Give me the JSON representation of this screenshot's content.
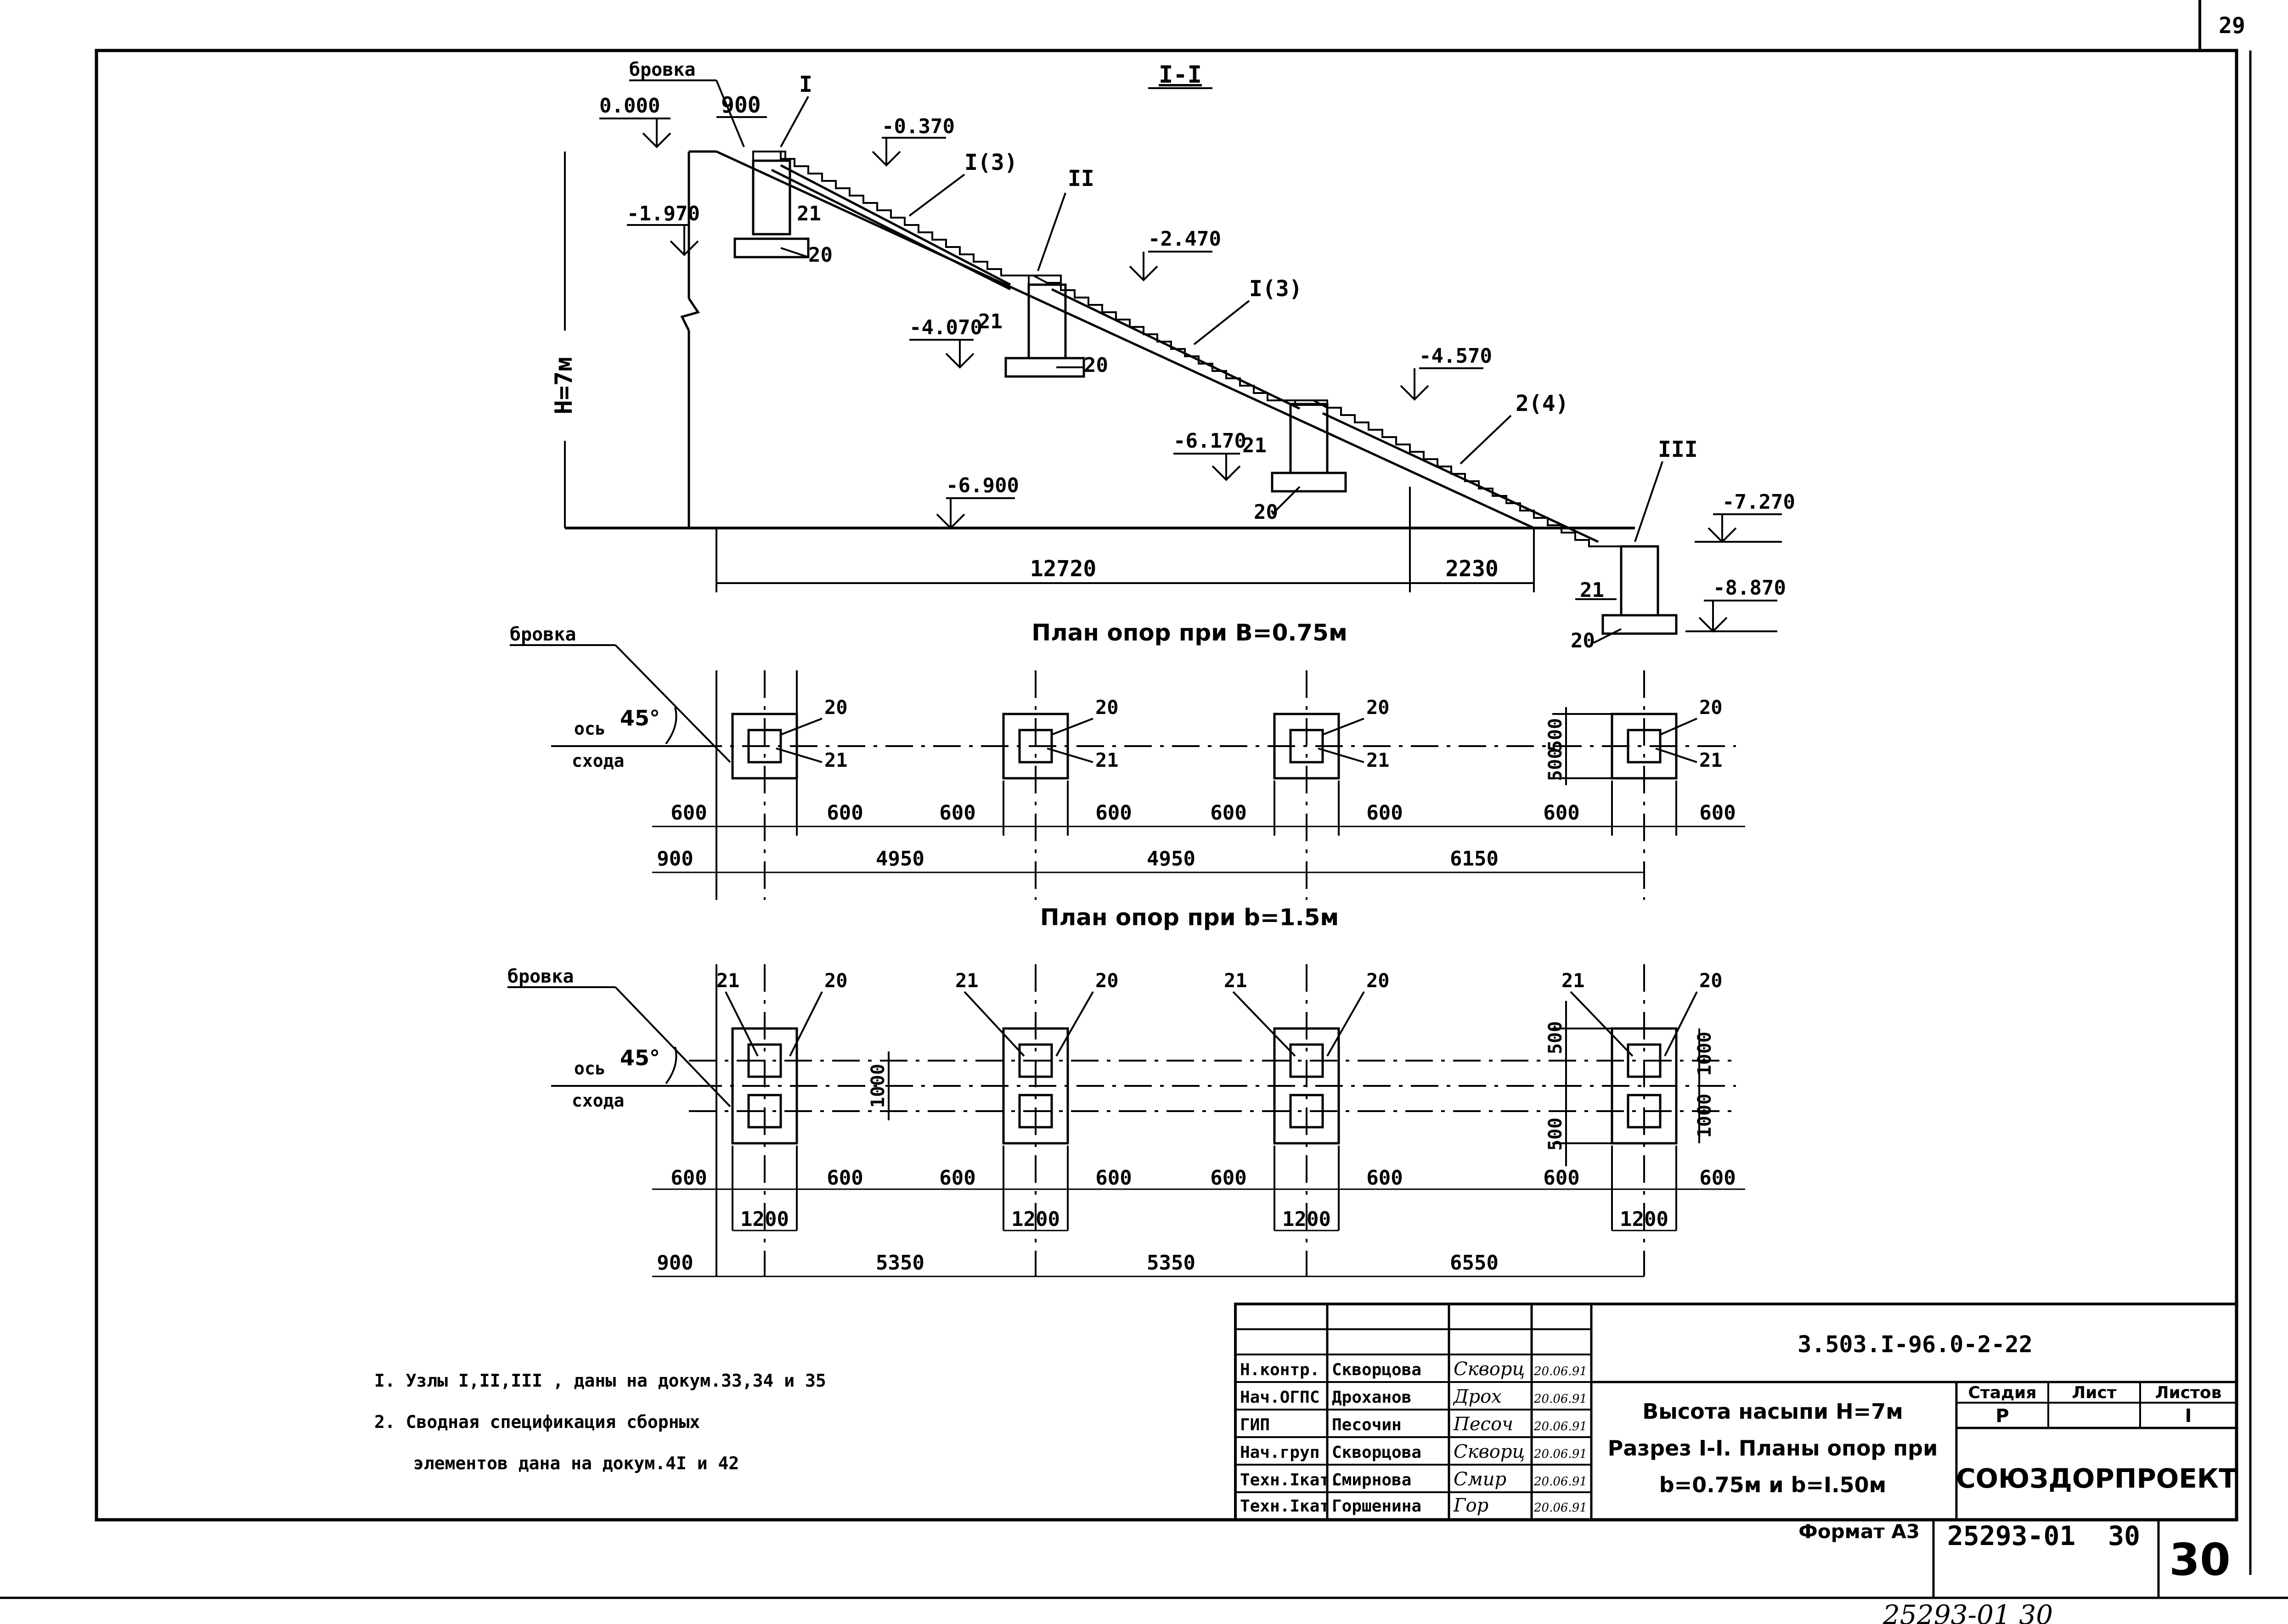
{
  "sheet": {
    "page_number_top": "29",
    "page_number_bottom": "30",
    "bottom_stamp": "25293-01",
    "bottom_stamp_sheet": "30",
    "bottom_cut_text": "25293-01    30",
    "format_label": "Формат А3"
  },
  "section": {
    "title": "I-I",
    "brovka_label": "бровка",
    "height_label": "H=7м",
    "nodes": [
      "I",
      "II",
      "III"
    ],
    "flight_labels": [
      "I(3)",
      "I(3)",
      "2(4)"
    ],
    "elevations": [
      "0.000",
      "-0.370",
      "-1.970",
      "-2.470",
      "-4.070",
      "-4.570",
      "-6.170",
      "-6.900",
      "-7.270",
      "-8.870"
    ],
    "dim_top": "900",
    "dims_bottom": [
      "12720",
      "2230"
    ],
    "pier_label": "21",
    "footing_label": "20"
  },
  "plan_a": {
    "title": "План опор при B=0.75м",
    "brovka_label": "бровка",
    "axis_label_1": "ось",
    "axis_label_2": "схода",
    "angle": "45°",
    "part_labels": [
      "20",
      "21"
    ],
    "offsets": [
      "600",
      "600"
    ],
    "side_dims": [
      "500",
      "500"
    ],
    "chain": [
      "900",
      "4950",
      "4950",
      "6150"
    ]
  },
  "plan_b": {
    "title": "План опор при b=1.5м",
    "brovka_label": "бровка",
    "axis_label_1": "ось",
    "axis_label_2": "схода",
    "angle": "45°",
    "part_labels": [
      "21",
      "20"
    ],
    "offsets": [
      "600",
      "600"
    ],
    "width_dim": "1200",
    "inner_dim": "1000",
    "side_dims": [
      "500",
      "500"
    ],
    "right_dims": [
      "1000",
      "1000"
    ],
    "chain": [
      "900",
      "5350",
      "5350",
      "6550"
    ]
  },
  "notes": [
    "I. Узлы I,II,III , даны на докум.33,34 и 35",
    "2. Сводная спецификация сборных",
    "элементов дана на докум.4I и 42"
  ],
  "title_block": {
    "code": "3.503.I-96.0-2-22",
    "description": [
      "Высота насыпи H=7м",
      "Разрез I-I. Планы опор при",
      "b=0.75м и b=I.50м"
    ],
    "roles": [
      "Н.контр.",
      "Нач.ОГПС",
      "ГИП",
      "Нач.груп",
      "Техн.Iкат.",
      "Техн.Iкат."
    ],
    "names": [
      "Скворцова",
      "Дроханов",
      "Песочин",
      "Скворцова",
      "Смирнова",
      "Горшенина"
    ],
    "signatures": [
      "Скворц",
      "Дрох",
      "Песоч",
      "Скворц",
      "Смир",
      "Гор"
    ],
    "dates": [
      "20.06.91",
      "20.06.91",
      "20.06.91",
      "20.06.91",
      "20.06.91",
      "20.06.91"
    ],
    "stage_header": "Стадия",
    "sheet_header": "Лист",
    "sheets_header": "Листов",
    "stage_value": "Р",
    "sheet_value": "",
    "sheets_value": "I",
    "organization": "СОЮЗДОРПРОЕКТ"
  }
}
